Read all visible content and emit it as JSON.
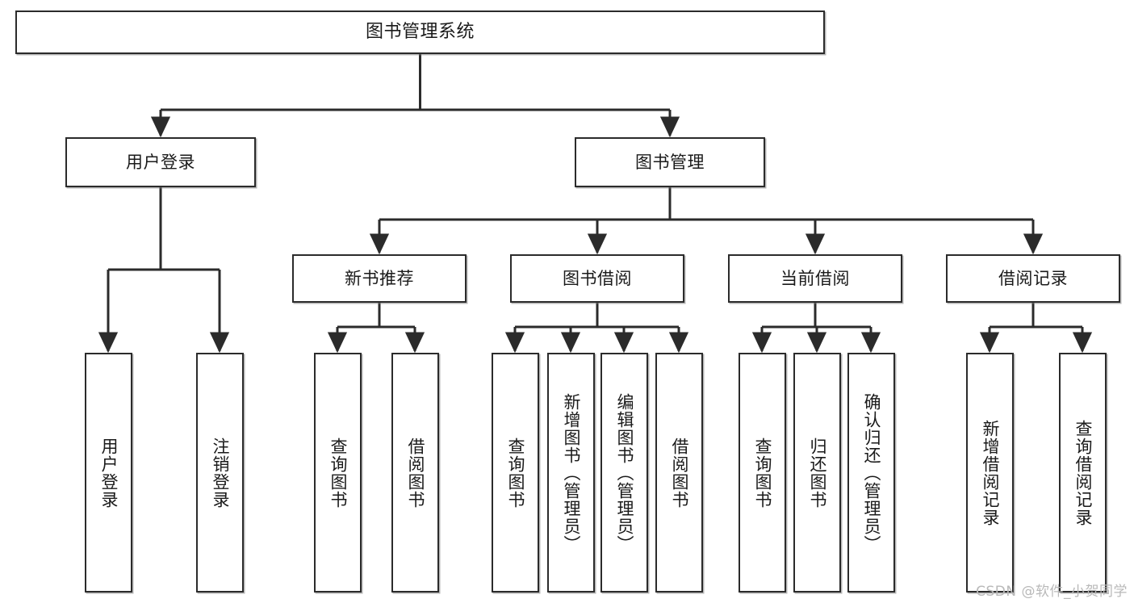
{
  "diagram": {
    "title": "图书管理系统",
    "type": "tree-hierarchy-chart",
    "watermark": "CSDN @软件_小贺同学",
    "colors": {
      "stroke": "#2b2b2b",
      "fill": "#ffffff",
      "text": "#1a1a1a",
      "watermark": "#b9b9b9"
    },
    "levels": {
      "root": {
        "label": "图书管理系统"
      },
      "level2": [
        {
          "id": "user-login",
          "label": "用户登录"
        },
        {
          "id": "book-management",
          "label": "图书管理"
        }
      ],
      "level3": [
        {
          "id": "new-book-recommend",
          "label": "新书推荐"
        },
        {
          "id": "book-borrow",
          "label": "图书借阅"
        },
        {
          "id": "current-borrow",
          "label": "当前借阅"
        },
        {
          "id": "borrow-record",
          "label": "借阅记录"
        }
      ],
      "leaves": {
        "user_login": [
          {
            "id": "leaf-user-login",
            "label": "用户登录"
          },
          {
            "id": "leaf-logout-login",
            "label": "注销登录"
          }
        ],
        "new_book_recommend": [
          {
            "id": "leaf-query-book-1",
            "label": "查询图书"
          },
          {
            "id": "leaf-borrow-book-1",
            "label": "借阅图书"
          }
        ],
        "book_borrow": [
          {
            "id": "leaf-query-book-2",
            "label": "查询图书"
          },
          {
            "id": "leaf-add-book",
            "label": "新增图书（管理员）"
          },
          {
            "id": "leaf-edit-book",
            "label": "编辑图书（管理员）"
          },
          {
            "id": "leaf-borrow-book-2",
            "label": "借阅图书"
          }
        ],
        "current_borrow": [
          {
            "id": "leaf-query-book-3",
            "label": "查询图书"
          },
          {
            "id": "leaf-return-book",
            "label": "归还图书"
          },
          {
            "id": "leaf-confirm-return",
            "label": "确认归还（管理员）"
          }
        ],
        "borrow_record": [
          {
            "id": "leaf-add-record",
            "label": "新增借阅记录"
          },
          {
            "id": "leaf-query-record",
            "label": "查询借阅记录"
          }
        ]
      }
    }
  }
}
